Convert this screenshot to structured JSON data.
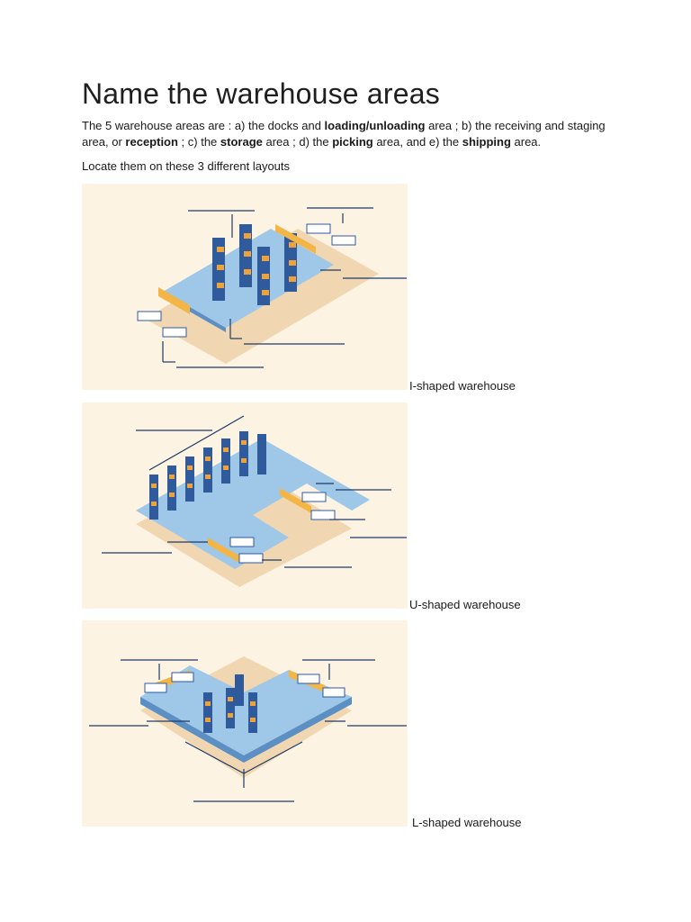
{
  "page": {
    "title": "Name the warehouse areas",
    "intro": {
      "p1": "The 5 warehouse areas are : a) the docks and ",
      "b1": "loading/unloading",
      "p2": " area ; b) the receiving and staging area, or ",
      "b2": "reception",
      "p3": " ; c) the ",
      "b3": "storage",
      "p4": " area ; d) the ",
      "b4": "picking",
      "p5": " area, and e) the ",
      "b5": "shipping",
      "p6": " area."
    },
    "instruction": "Locate them on these 3 different layouts"
  },
  "figures": [
    {
      "caption": "I-shaped warehouse"
    },
    {
      "caption": "U-shaped warehouse"
    },
    {
      "caption": "L-shaped warehouse"
    }
  ],
  "colors": {
    "figure_bg": "#fdf3e3",
    "floor": "#9ec7e8",
    "rack": "#2f5a9c",
    "box": "#f0a23a",
    "dock": "#f4b547",
    "line": "#1f3a66",
    "shadow": "#f1d6b2"
  }
}
